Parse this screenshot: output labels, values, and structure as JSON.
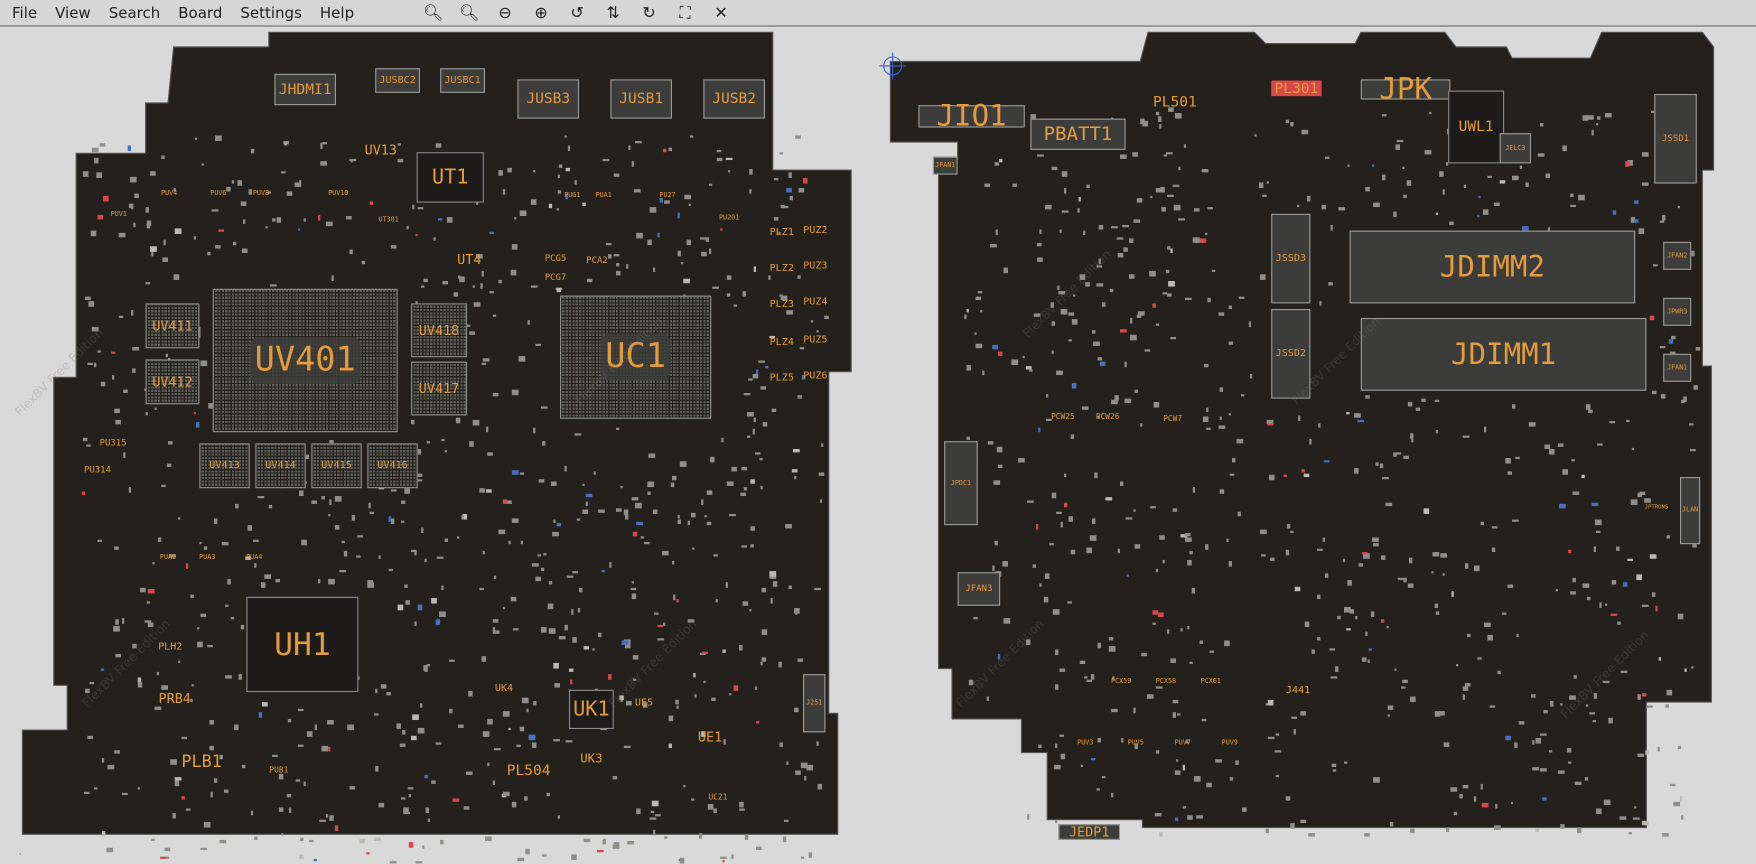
{
  "menu": [
    "File",
    "View",
    "Search",
    "Board",
    "Settings",
    "Help"
  ],
  "toolbar": [
    {
      "icon": "zoom-out-icon",
      "glyph": "🔍︎"
    },
    {
      "icon": "zoom-in-icon",
      "glyph": "🔍︎"
    },
    {
      "icon": "minus-circle-icon",
      "glyph": "⊖"
    },
    {
      "icon": "plus-circle-icon",
      "glyph": "⊕"
    },
    {
      "icon": "rotate-ccw-icon",
      "glyph": "↺"
    },
    {
      "icon": "flip-icon",
      "glyph": "⇅"
    },
    {
      "icon": "rotate-cw-icon",
      "glyph": "↻"
    },
    {
      "icon": "fit-screen-icon",
      "glyph": "⛶"
    },
    {
      "icon": "close-icon",
      "glyph": "✕"
    }
  ],
  "watermark": "FlexBV Free Edition",
  "colors": {
    "board": "#24211c",
    "label": "#e39b3c",
    "background": "#d9d9d9",
    "pad": "#8e8f8b",
    "marker": "#3a5fd0"
  },
  "components": [
    "UV401",
    "UC1",
    "UH1",
    "UT1",
    "UK1",
    "UV411",
    "UV412",
    "UV418",
    "UV417",
    "UV413",
    "UV414",
    "UV415",
    "UV416",
    "JHDMI1",
    "JUSBC2",
    "JUSBC1",
    "JUSB3",
    "JUSB1",
    "JUSB2",
    "UV13",
    "UT4",
    "PLZ1",
    "PUZ2",
    "PLZ2",
    "PUZ3",
    "PLZ3",
    "PUZ4",
    "PLZ4",
    "PUZ5",
    "PLZ5",
    "PUZ6",
    "UK4",
    "UE5",
    "UE1",
    "UK3",
    "PL504",
    "PRB4",
    "PLB1",
    "PLH2",
    "PUG1",
    "PUA1",
    "PU27",
    "PU201",
    "PCG5",
    "PCA2",
    "PCG7",
    "PUV4",
    "PUV6",
    "PUV8",
    "PUV10",
    "PUV1",
    "UT301",
    "PUB1",
    "UC21",
    "J251",
    "PUA2",
    "PUA3",
    "PUA4",
    "PU315",
    "PU314",
    "JIO1",
    "PBATT1",
    "PL501",
    "PL301",
    "JPK",
    "UWL1",
    "JSSD1",
    "JSSD3",
    "JSSD2",
    "JDIMM2",
    "JDIMM1",
    "JFAN1",
    "JFAN2",
    "JPWR3",
    "JFAN1",
    "JFAN3",
    "JPDC1",
    "JLAN",
    "JPTRONS",
    "JEDP1",
    "J441",
    "PUV3",
    "PUV5",
    "PUV7",
    "PUV9",
    "PCW25",
    "PCW26",
    "PCW7",
    "PCX59",
    "PCX58",
    "PCX61",
    "JELC3"
  ]
}
